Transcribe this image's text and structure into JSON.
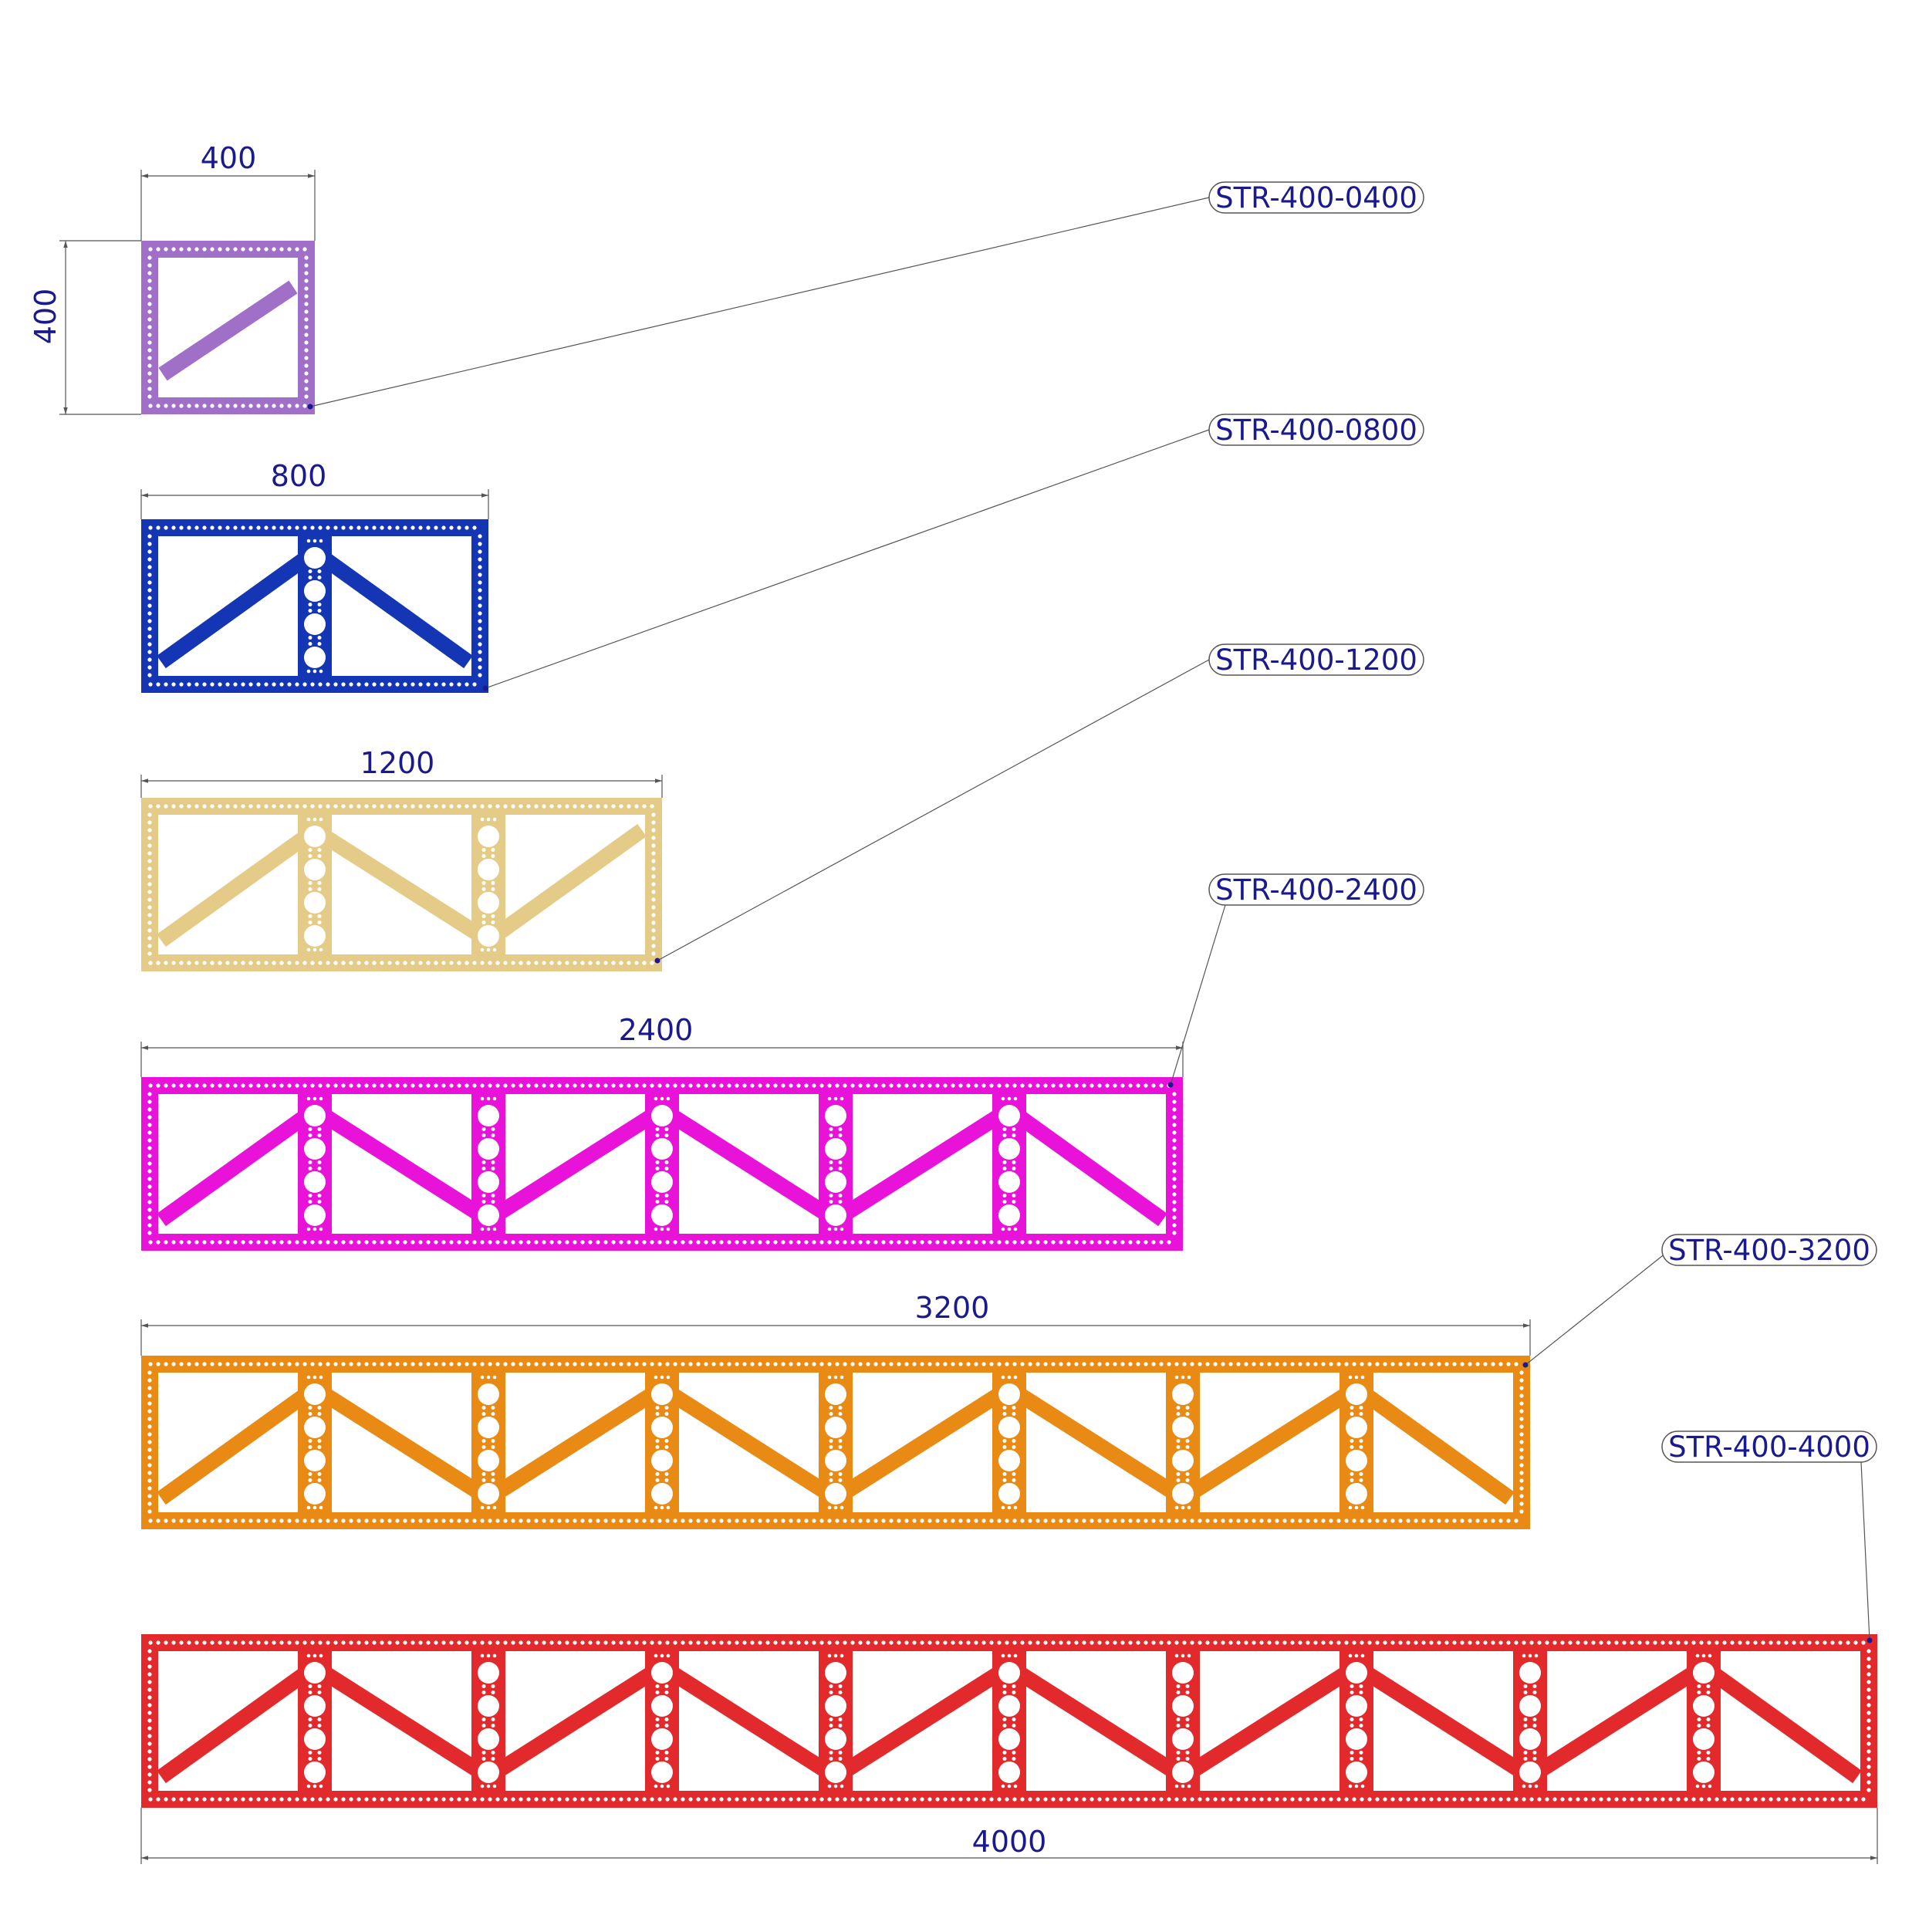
{
  "trusses": [
    {
      "part_number": "STR-400-0400",
      "length": "400",
      "height": "400",
      "color": "#a070c8"
    },
    {
      "part_number": "STR-400-0800",
      "length": "800",
      "color": "#1536b4"
    },
    {
      "part_number": "STR-400-1200",
      "length": "1200",
      "color": "#e4cc88"
    },
    {
      "part_number": "STR-400-2400",
      "length": "2400",
      "color": "#e812d8"
    },
    {
      "part_number": "STR-400-3200",
      "length": "3200",
      "color": "#e88a14"
    },
    {
      "part_number": "STR-400-4000",
      "length": "4000",
      "color": "#e22a2c"
    }
  ],
  "colors": {
    "dimension_text": "#1a1a8c",
    "leader_line": "#555555",
    "hole": "#ffffff"
  }
}
